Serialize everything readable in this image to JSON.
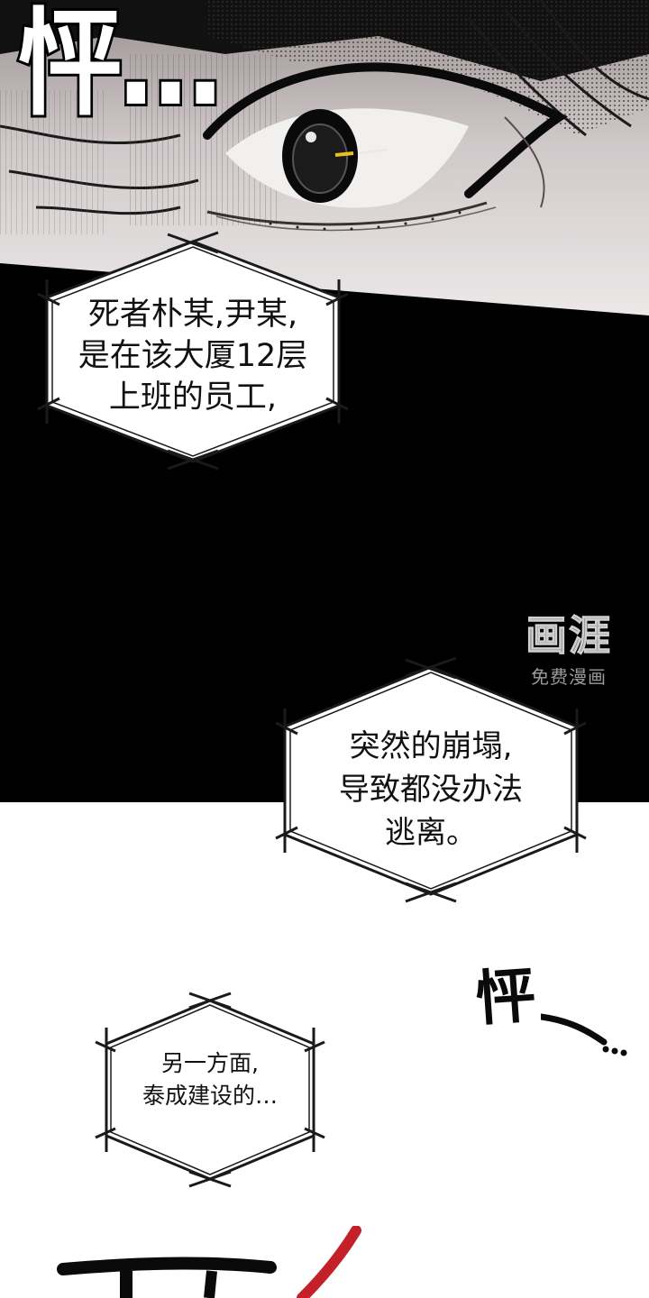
{
  "sfx": {
    "top": "怦…",
    "middle": "怦"
  },
  "bubbles": [
    {
      "lines": [
        "死者朴某,尹某,",
        "是在该大厦12层",
        "上班的员工,"
      ]
    },
    {
      "lines": [
        "突然的崩塌,",
        "导致都没办法",
        "逃离。"
      ]
    },
    {
      "lines": [
        "另一方面,",
        "泰成建设的…"
      ]
    }
  ],
  "watermark": {
    "logo": "画涯",
    "subtitle": "免费漫画"
  },
  "colors": {
    "panel_black": "#000000",
    "skin_light": "#e6e1e1",
    "hair_dark": "#1a1a1a",
    "eye_highlight": "#e8c21a",
    "accent_red": "#c4202a"
  }
}
